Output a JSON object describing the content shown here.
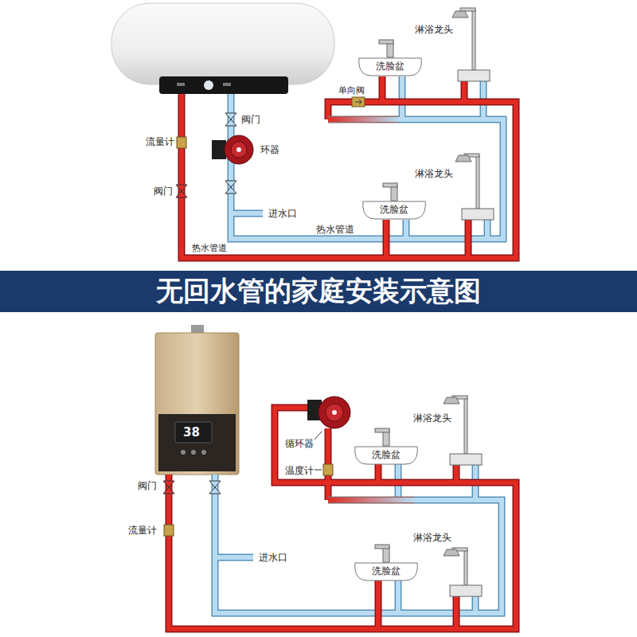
{
  "diagram": {
    "title": "无回水管的家庭安装示意图",
    "nodes": [
      {
        "text": [
          "洗脸盆"
        ]
      },
      {
        "text": [
          "洗脸盆"
        ]
      },
      {
        "text": [
          "洗脸盆"
        ]
      },
      {
        "text": [
          "洗脸盆"
        ]
      }
    ],
    "labels": [
      "淋浴龙头",
      "单向阀",
      "阀门",
      "环器",
      "流量计",
      "阀门",
      "进水口",
      "淋浴龙头",
      "热水管道",
      "热水管道",
      "淋浴龙头",
      "38",
      "循环器",
      "温度计",
      "阀门",
      "流量计",
      "淋浴龙头",
      "进水口"
    ]
  }
}
